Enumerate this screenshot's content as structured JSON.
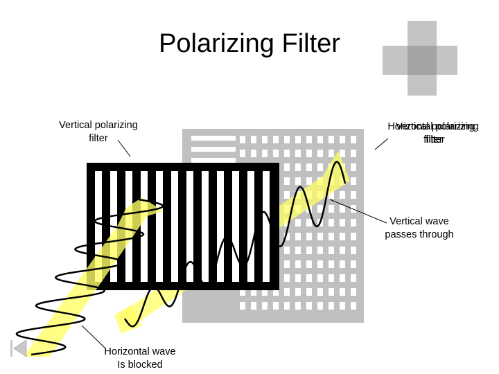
{
  "slide": {
    "title": "Polarizing Filter",
    "labels": {
      "vertical_filter_line1": "Vertical polarizing",
      "vertical_filter_line2": "filter",
      "right_label_a_line1": "Horizontal polarizing",
      "right_label_a_line2": "filter",
      "right_label_b_line1": "Vertical polarizing",
      "right_label_b_line2": "filter",
      "passes_line1": "Vertical wave",
      "passes_line2": "passes through",
      "blocked_line1": "Horizontal wave",
      "blocked_line2": "Is blocked"
    }
  },
  "colors": {
    "filter_black": "#000000",
    "filter_gray": "#c0c0c0",
    "beam_fill": "#ffff66",
    "beam_fill_light": "#ffffcc",
    "decor_gray": "#bdbdbd",
    "decor_dark": "#9a9a9a"
  },
  "icons": {
    "decoration": "plus-cross-decoration",
    "nav": "previous-slide-icon"
  }
}
